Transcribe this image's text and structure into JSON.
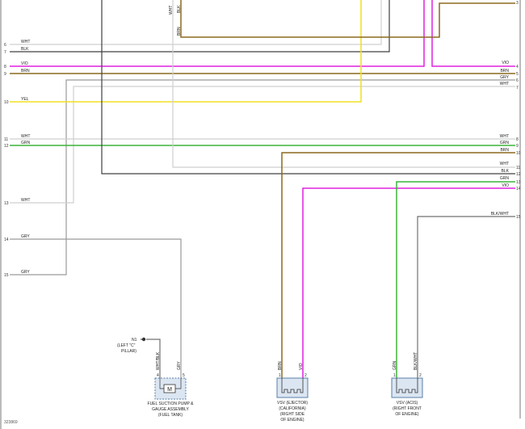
{
  "colors": {
    "WHT": "#cfcfcf",
    "BLK": "#404040",
    "VIO": "#e020e0",
    "BRN": "#8b6a1e",
    "GRY": "#9a9a9a",
    "YEL": "#f0e020",
    "GRN": "#3cb43c",
    "BLK/WHT": "#707070",
    "frame": "#777777",
    "component_fill": "#dbe6f2",
    "component_border": "#5a7fa8"
  },
  "left_pins": [
    {
      "num": "6",
      "color": "WHT"
    },
    {
      "num": "7",
      "color": "BLK"
    },
    {
      "num": "8",
      "color": "VIO"
    },
    {
      "num": "9",
      "color": "BRN"
    },
    {
      "num": "10",
      "color": "YEL"
    },
    {
      "num": "11",
      "color": "WHT"
    },
    {
      "num": "12",
      "color": "GRN"
    },
    {
      "num": "13",
      "color": "WHT"
    },
    {
      "num": "14",
      "color": "GRY"
    },
    {
      "num": "15",
      "color": "GRY"
    }
  ],
  "right_pins": [
    {
      "num": "3",
      "color": ""
    },
    {
      "num": "4",
      "color": "VIO"
    },
    {
      "num": "5",
      "color": "BRN"
    },
    {
      "num": "6",
      "color": "GRY"
    },
    {
      "num": "7",
      "color": "WHT"
    },
    {
      "num": "8",
      "color": "WHT"
    },
    {
      "num": "9",
      "color": "GRN"
    },
    {
      "num": "10",
      "color": "BRN"
    },
    {
      "num": "11",
      "color": "WHT"
    },
    {
      "num": "12",
      "color": "BLK"
    },
    {
      "num": "13",
      "color": "GRN"
    },
    {
      "num": "14",
      "color": "VIO"
    },
    {
      "num": "15",
      "color": "BLK/WHT"
    }
  ],
  "top_labels": {
    "wht": "WHT",
    "blk": "BLK",
    "brn": "BRN"
  },
  "ground": {
    "id": "N1",
    "line1": "(LEFT \"C\"",
    "line2": "PILLAR)"
  },
  "components": {
    "fuel_pump": {
      "line1": "FUEL SUCTION PUMP &",
      "line2": "GAUGE ASSEMBLY",
      "line3": "(FUEL TANK)",
      "symbol": "M",
      "pin_a": "4",
      "pin_b": "5",
      "wire_a": "WHT/BLK",
      "wire_b": "GRY"
    },
    "vsv_ejector": {
      "line1": "VSV (EJECTOR)",
      "line2": "(CALIFORNIA)",
      "line3": "(RIGHT SIDE",
      "line4": "OF ENGINE)",
      "pin_a": "1",
      "pin_b": "2",
      "wire_a": "BRN",
      "wire_b": "VIO"
    },
    "vsv_acis": {
      "line1": "VSV (ACIS)",
      "line2": "(RIGHT FRONT",
      "line3": "OF ENGINE)",
      "pin_a": "1",
      "pin_b": "2",
      "wire_a": "GRN",
      "wire_b": "BLK/WHT"
    }
  },
  "reference_number": "323869"
}
